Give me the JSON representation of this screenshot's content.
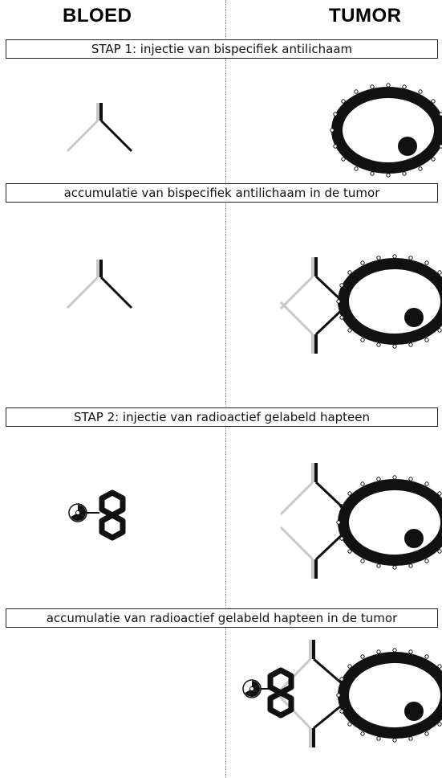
{
  "columns": {
    "left": "BLOED",
    "right": "TUMOR"
  },
  "steps": [
    "STAP 1: injectie van bispecifiek antilichaam",
    "accumulatie van bispecifiek antilichaam in de tumor",
    "STAP 2: injectie van radioactief gelabeld hapteen",
    "accumulatie van radioactief gelabeld hapteen in de tumor"
  ],
  "colors": {
    "antibody_light_arm": "#c8c8c8",
    "antibody_dark_arm": "#111111",
    "tumor_ring": "#111111"
  }
}
